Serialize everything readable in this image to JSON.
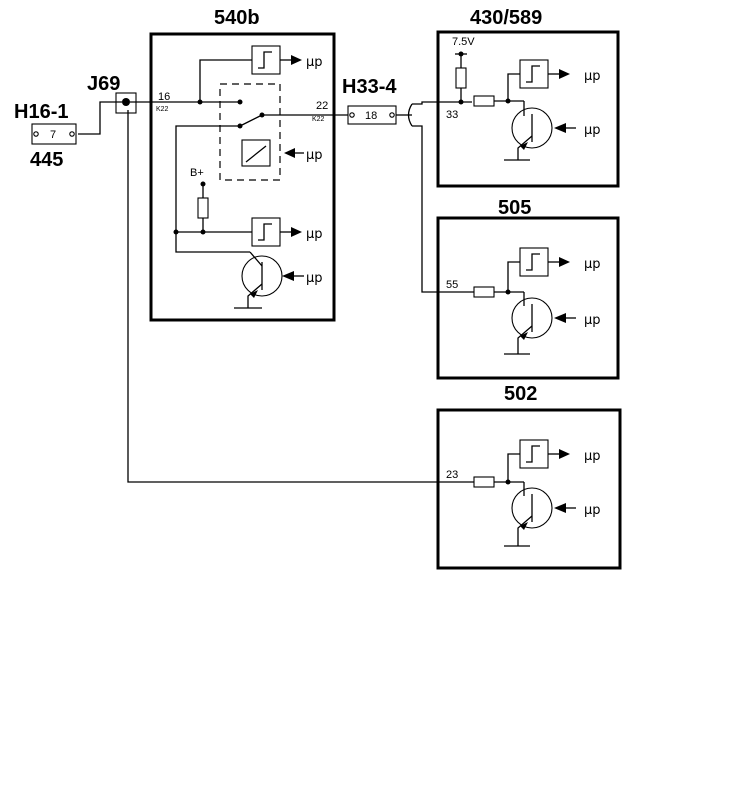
{
  "labels": {
    "connector_h16": "H16-1",
    "connector_h16_pin": "7",
    "node_445": "445",
    "junction_j69": "J69",
    "unit_540b": "540b",
    "pin_16": "16",
    "pin_16_sub": "K22",
    "pin_22": "22",
    "pin_22_sub": "K22",
    "battery": "B+",
    "connector_h33": "H33-4",
    "connector_h33_pin": "18",
    "unit_430": "430/589",
    "voltage_7_5": "7.5V",
    "pin_33": "33",
    "unit_505": "505",
    "pin_55": "55",
    "unit_502": "502",
    "pin_23": "23",
    "mu_p": "µp"
  }
}
